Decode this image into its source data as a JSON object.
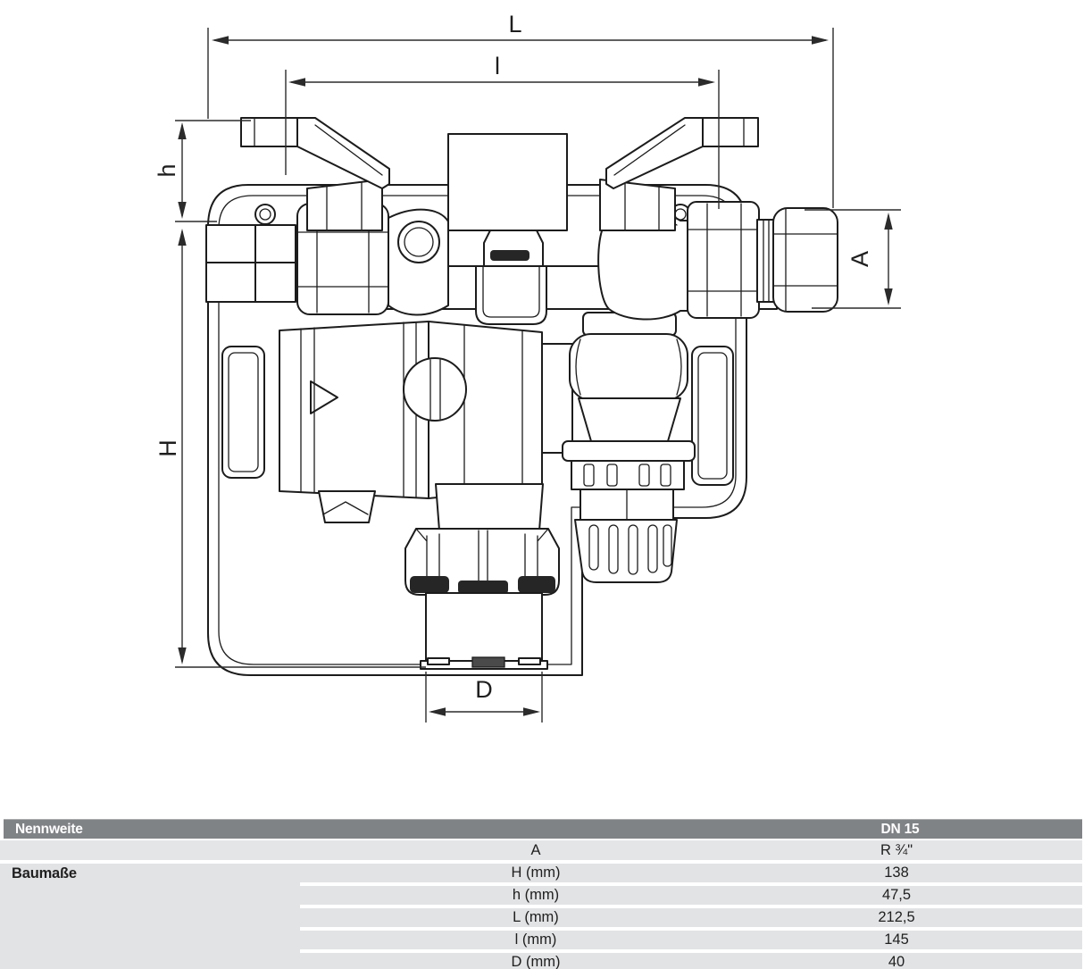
{
  "drawing": {
    "labels": {
      "length_total": "L",
      "length_inner": "l",
      "height_small": "h",
      "height_total": "H",
      "outlet": "A",
      "diameter": "D"
    }
  },
  "table": {
    "header": {
      "label": "Nennweite",
      "value": "DN 15"
    },
    "group_label": "Baumaße",
    "rows": [
      {
        "param": "A",
        "value": "R ¾\""
      },
      {
        "param": "H (mm)",
        "value": "138"
      },
      {
        "param": "h (mm)",
        "value": "47,5"
      },
      {
        "param": "L (mm)",
        "value": "212,5"
      },
      {
        "param": "l (mm)",
        "value": "145"
      },
      {
        "param": "D (mm)",
        "value": "40"
      }
    ]
  },
  "colors": {
    "header_bg": "#808386",
    "header_text": "#ffffff",
    "row_bg": "#e3e4e6",
    "line": "#1c1c1c",
    "dim_line": "#2b2b2b"
  }
}
